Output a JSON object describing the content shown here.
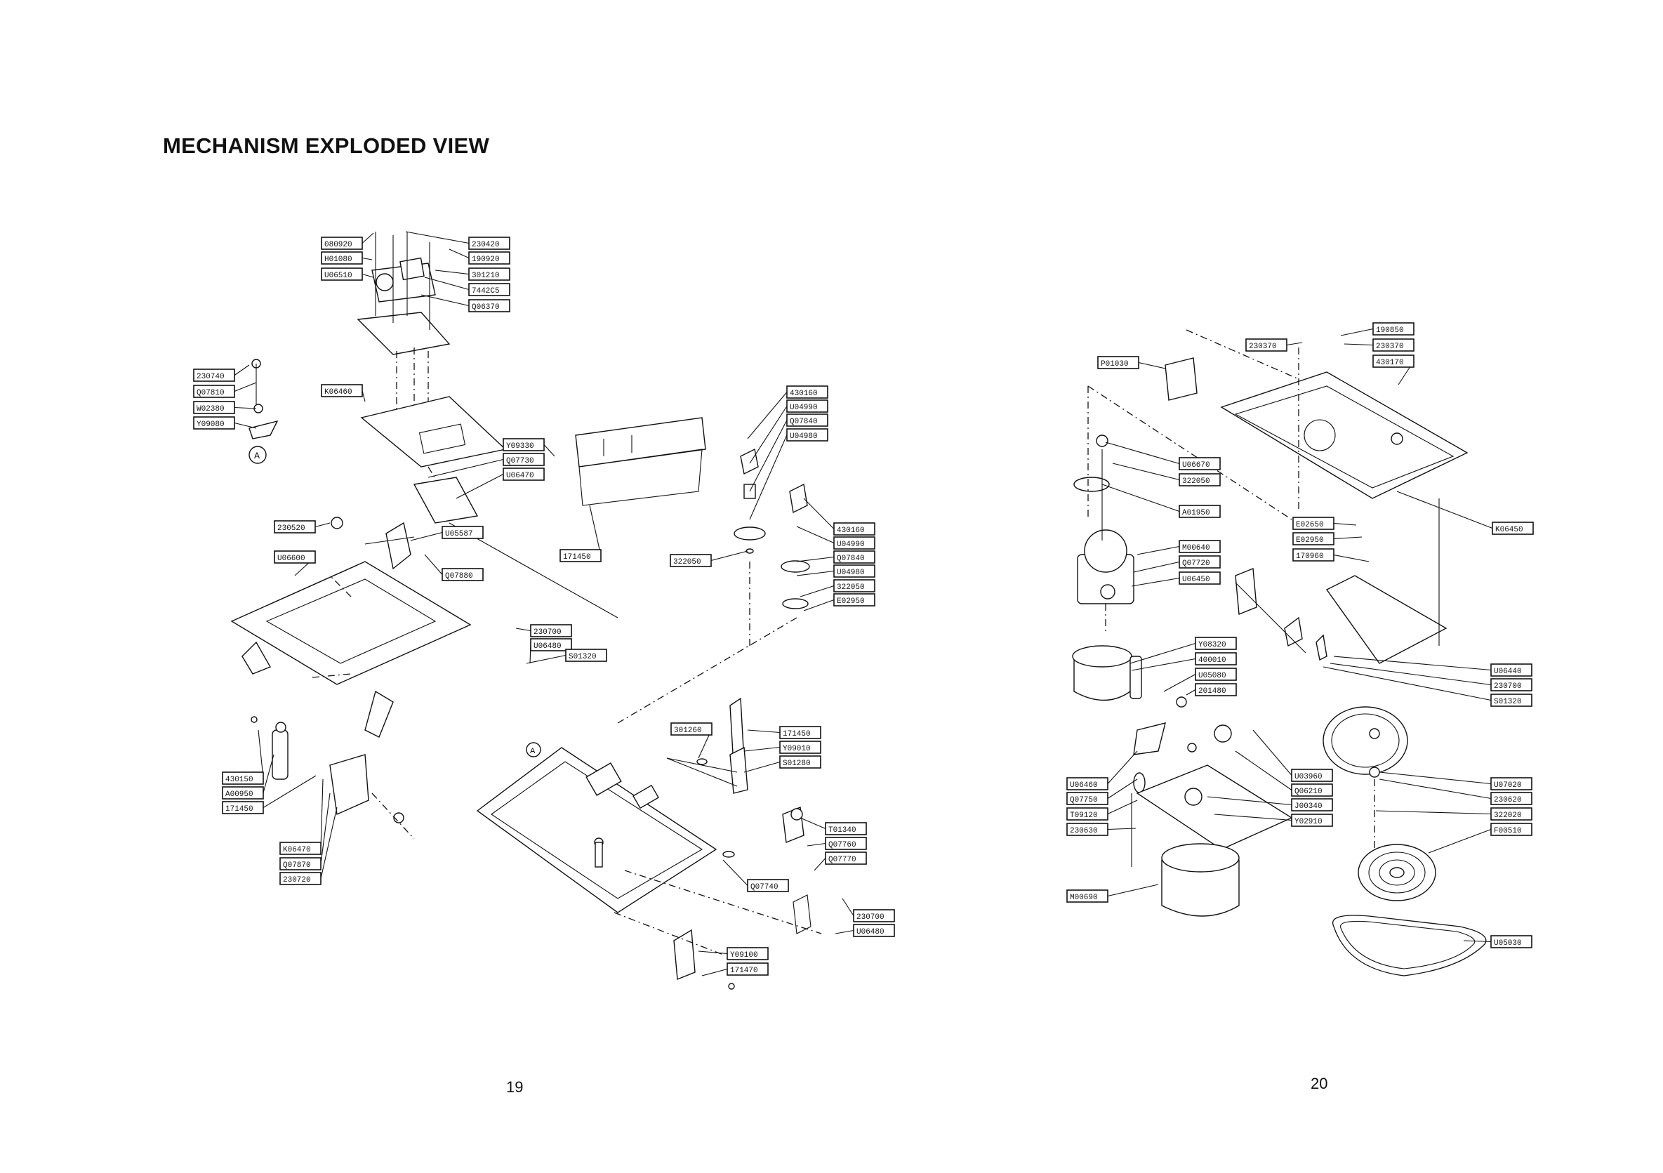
{
  "title": "MECHANISM EXPLODED VIEW",
  "page_numbers": {
    "left": "19",
    "right": "20"
  },
  "reference_marks": [
    "A",
    "A"
  ],
  "parts_left": [
    "080920",
    "230420",
    "H01080",
    "190920",
    "U06510",
    "301210",
    "7442C5",
    "Q06370",
    "230740",
    "Q07810",
    "W02380",
    "Y09080",
    "K06460",
    "Y09330",
    "Q07730",
    "U06470",
    "430160",
    "U04990",
    "Q07840",
    "U04980",
    "230520",
    "U06600",
    "U05587",
    "Q07880",
    "171450",
    "430160",
    "U04990",
    "Q07840",
    "U04980",
    "322050",
    "E02950",
    "322050",
    "230700",
    "U06480",
    "S01320",
    "301260",
    "171450",
    "Y09010",
    "S01280",
    "430150",
    "A00950",
    "171450",
    "K06470",
    "Q07870",
    "230720",
    "T01340",
    "Q07760",
    "Q07770",
    "Q07740",
    "230700",
    "U06480",
    "Y09100",
    "171470"
  ],
  "parts_right": [
    "190850",
    "230370",
    "230370",
    "430170",
    "P01030",
    "U06670",
    "322050",
    "A01950",
    "E02650",
    "E02950",
    "170960",
    "K06450",
    "M00640",
    "Q07720",
    "U06450",
    "Y08320",
    "400010",
    "U05080",
    "201480",
    "U06440",
    "230700",
    "S01320",
    "U06460",
    "Q07750",
    "T09120",
    "230630",
    "U03960",
    "Q06210",
    "J00340",
    "Y02910",
    "U07020",
    "230620",
    "322020",
    "F00510",
    "M00690",
    "U05030"
  ]
}
